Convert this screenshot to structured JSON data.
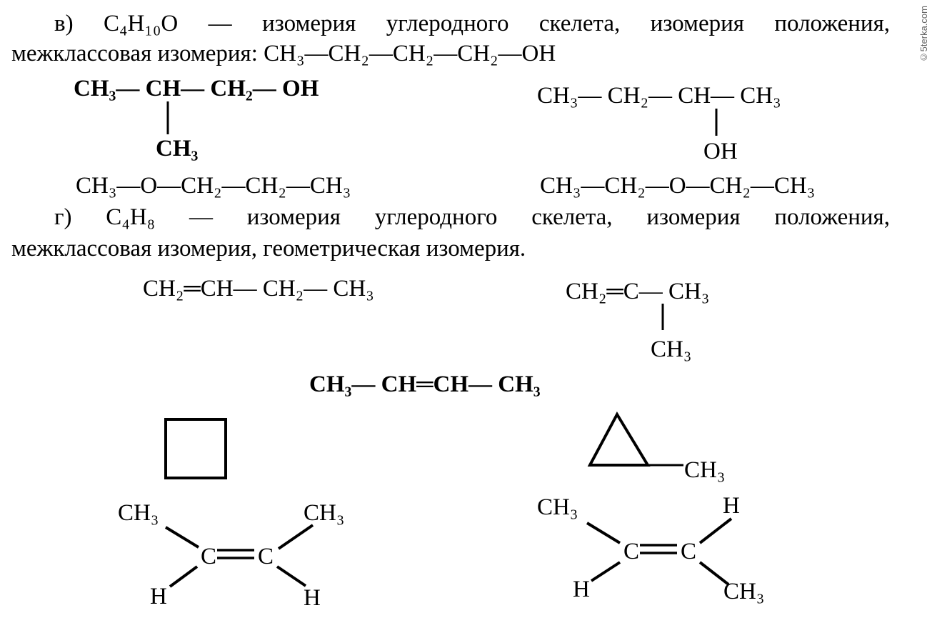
{
  "watermark": "©5terka.com",
  "part_v": {
    "line1": "в) C₄H₁₀O — изомерия углеродного скелета, изомерия положения,",
    "line2": "межклассовая изомерия: CH₃—CH₂—CH₂—CH₂—OH",
    "isobutanol": {
      "chain": "CH₃— CH— CH₂— OH",
      "branch": "CH₃"
    },
    "butan2ol": {
      "chain": "CH₃— CH₂— CH— CH₃",
      "branch": "OH"
    },
    "ether1": "CH₃—O—CH₂—CH₂—CH₃",
    "ether2": "CH₃—CH₂—O—CH₂—CH₃"
  },
  "part_g": {
    "line1": "г) C₄H₈ — изомерия углеродного скелета, изомерия положения,",
    "line2": "межклассовая изомерия, геометрическая изомерия.",
    "butene1": "CH₂═CH— CH₂— CH₃",
    "isobutene": {
      "chain": "CH₂═C— CH₃",
      "branch": "CH₃"
    },
    "butene2": "CH₃— CH═CH— CH₃",
    "methylcyclopropane": "CH₃",
    "cis": {
      "top_left": "CH₃",
      "top_right": "CH₃",
      "c1": "C",
      "c2": "C",
      "bottom_left": "H",
      "bottom_right": "H"
    },
    "trans": {
      "top_left": "CH₃",
      "top_right": "H",
      "c1": "C",
      "c2": "C",
      "bottom_left": "H",
      "bottom_right": "CH₃"
    }
  }
}
